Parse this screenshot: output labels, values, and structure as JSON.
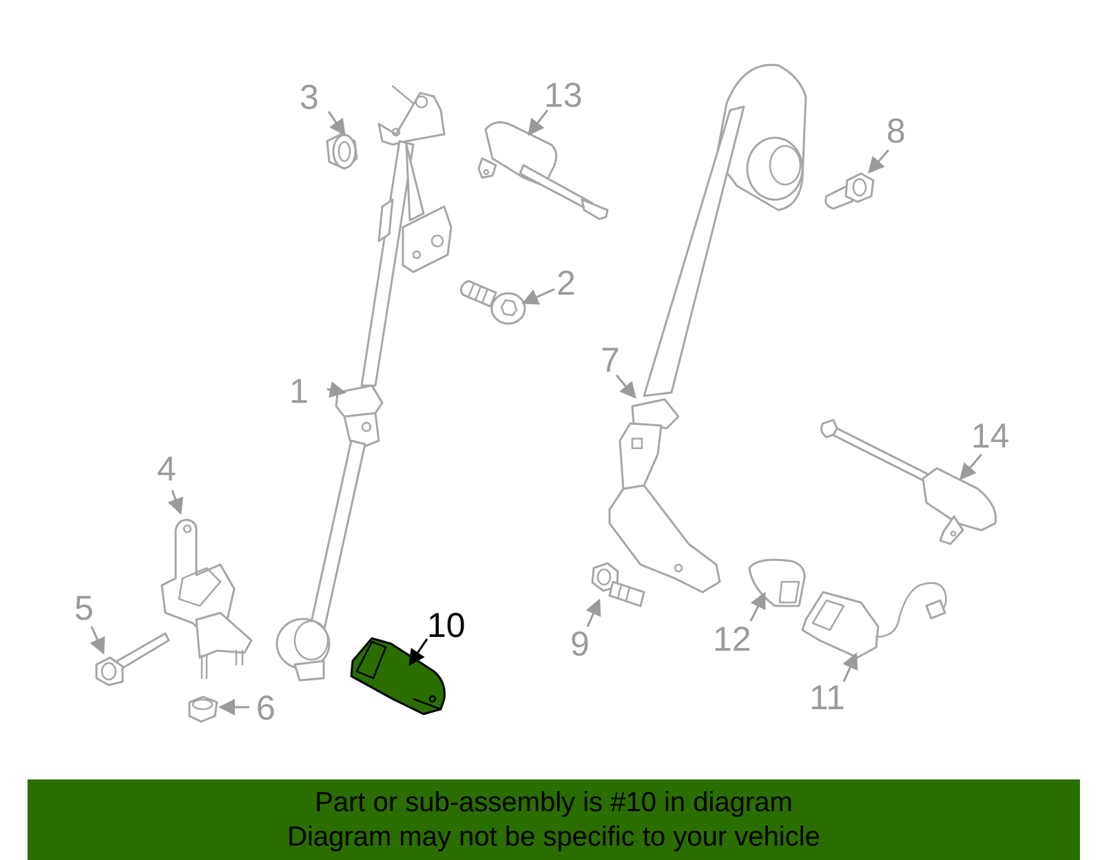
{
  "diagram": {
    "highlight_color": "#2b6e00",
    "callouts": {
      "c1": "1",
      "c2": "2",
      "c3": "3",
      "c4": "4",
      "c5": "5",
      "c6": "6",
      "c7": "7",
      "c8": "8",
      "c9": "9",
      "c10": "10",
      "c11": "11",
      "c12": "12",
      "c13": "13",
      "c14": "14"
    },
    "highlighted_part": "10"
  },
  "banner": {
    "line1": "Part or sub-assembly is #10 in diagram",
    "line2": "Diagram may not be specific to your vehicle",
    "background": "#2b6e00"
  }
}
